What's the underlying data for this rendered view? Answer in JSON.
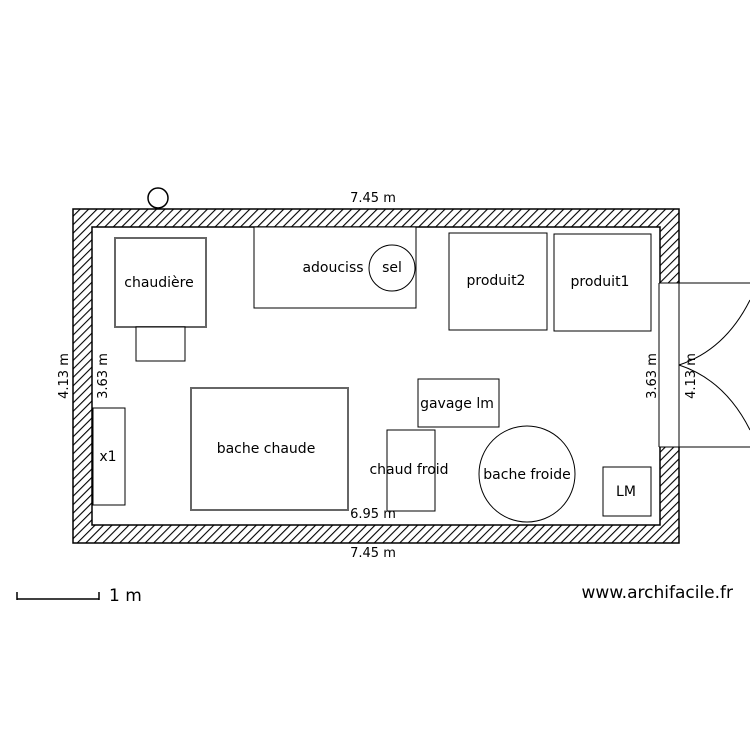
{
  "plan": {
    "dimensions": {
      "top_outer": "7.45 m",
      "bottom_outer": "7.45 m",
      "bottom_inner": "6.95 m",
      "left_outer": "4.13 m",
      "left_inner": "3.63 m",
      "right_inner": "3.63 m",
      "right_outer": "4.13 m"
    },
    "items": {
      "chaudiere": "chaudière",
      "adoucisseur": "adouciss",
      "sel": "sel",
      "produit2": "produit2",
      "produit1": "produit1",
      "x1": "x1",
      "bache_chaude": "bache chaude",
      "gavage": "gavage lm",
      "chaud_froid": "chaud froid",
      "bache_froide": "bache froide",
      "lm": "LM"
    }
  },
  "scale": {
    "label": "1 m"
  },
  "footer": {
    "watermark": "www.archifacile.fr"
  },
  "colors": {
    "line": "#000000",
    "wall_hatch": "#000000",
    "outline": "#555555"
  }
}
